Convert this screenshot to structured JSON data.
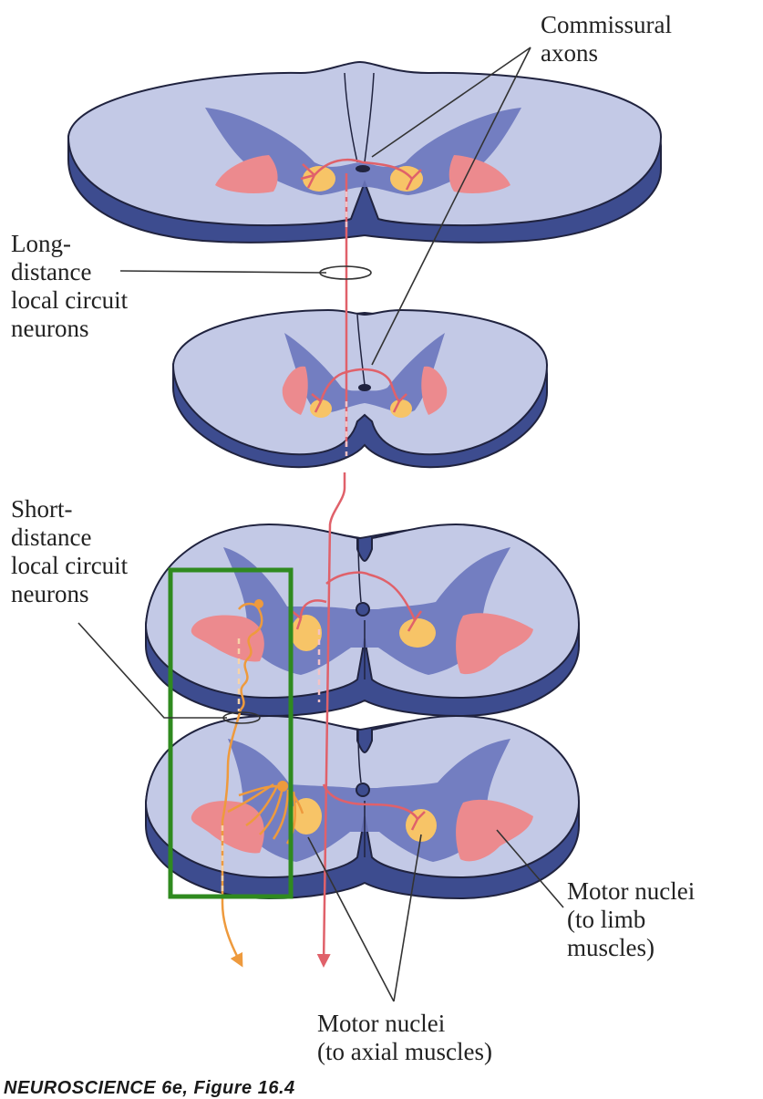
{
  "labels": {
    "commissural": "Commissural\naxons",
    "long_distance": "Long-\ndistance\nlocal circuit\nneurons",
    "short_distance": "Short-\ndistance\nlocal circuit\nneurons",
    "motor_limb": "Motor nuclei\n(to limb\nmuscles)",
    "motor_axial": "Motor nuclei\n(to axial muscles)"
  },
  "credit": "NEUROSCIENCE 6e, Figure 16.4",
  "colors": {
    "white_matter": "#c3c9e6",
    "white_matter_edge": "#20233f",
    "section_side": "#3d4c8f",
    "gray_matter": "#6a76bd",
    "lateral_motor_nuclei": "#ec8a8e",
    "axial_motor_nuclei": "#f7c467",
    "long_neuron": "#e0616a",
    "short_neuron": "#ee9a3d",
    "highlight_box": "#2f8a1f",
    "leader_line": "#333333"
  }
}
